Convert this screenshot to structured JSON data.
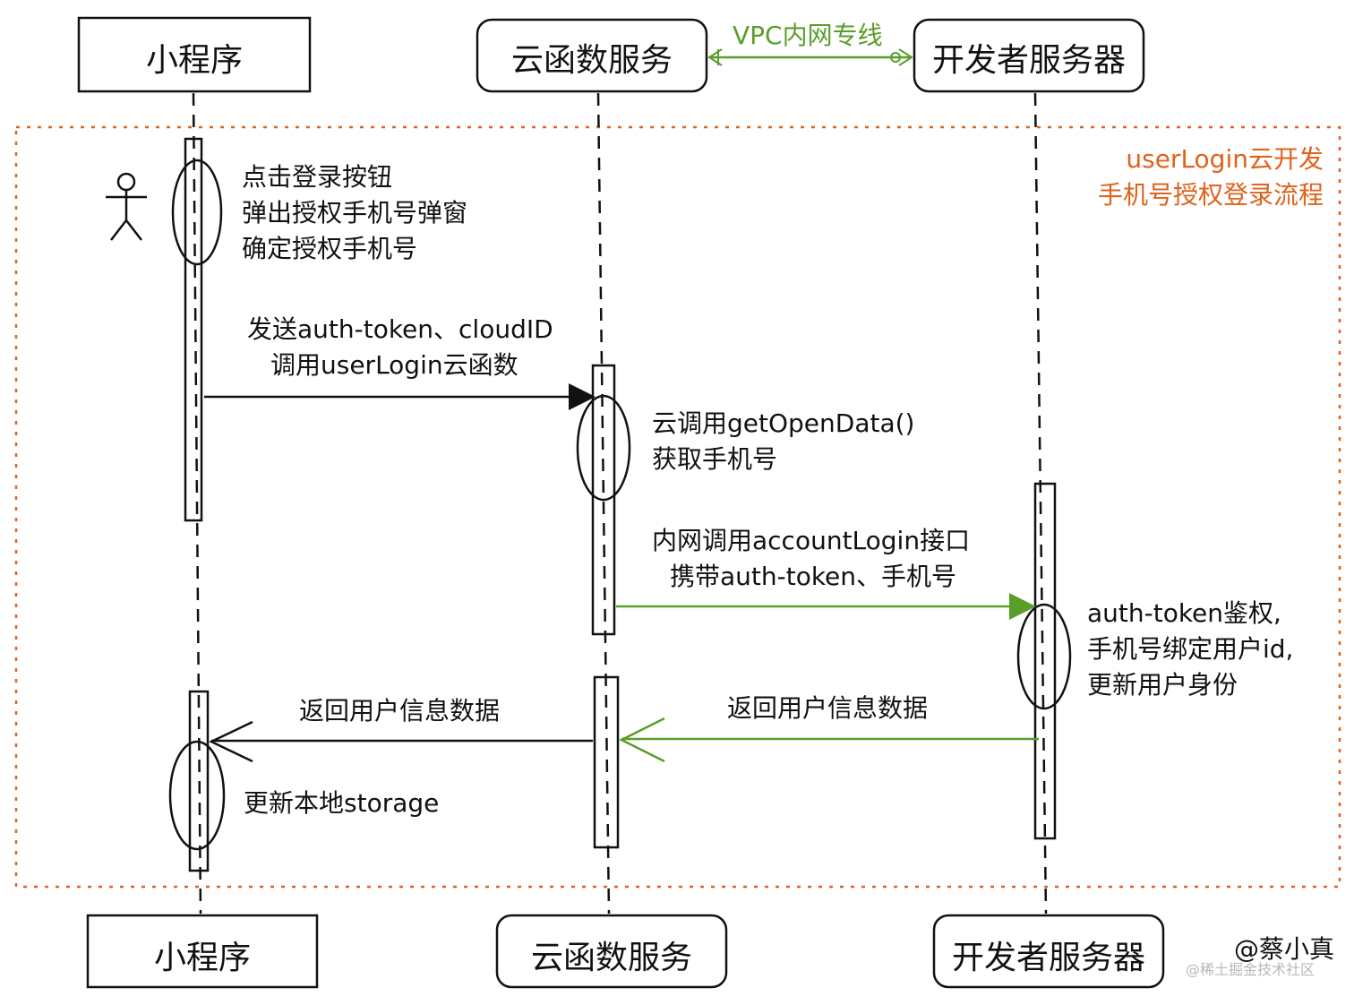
{
  "participants": {
    "miniapp": "小程序",
    "cloud_function": "云函数服务",
    "dev_server": "开发者服务器"
  },
  "vpc_label": "VPC内网专线",
  "frame_title": {
    "line1": "userLogin云开发",
    "line2": "手机号授权登录流程"
  },
  "steps": {
    "user_action": [
      "点击登录按钮",
      "弹出授权手机号弹窗",
      "确定授权手机号"
    ],
    "call_cloud": [
      "发送auth-token、cloudID",
      "调用userLogin云函数"
    ],
    "get_open_data": [
      "云调用getOpenData()",
      "获取手机号"
    ],
    "call_account": [
      "内网调用accountLogin接口",
      "携带auth-token、手机号"
    ],
    "auth": [
      "auth-token鉴权,",
      "手机号绑定用户id,",
      "更新用户身份"
    ],
    "return_server": "返回用户信息数据",
    "return_cloud": "返回用户信息数据",
    "update_storage": "更新本地storage"
  },
  "signature": "@蔡小真",
  "watermark": "@稀土掘金技术社区",
  "colors": {
    "frame": "#e0621b",
    "vpc": "#5a9e2a",
    "lines": "#111111"
  }
}
